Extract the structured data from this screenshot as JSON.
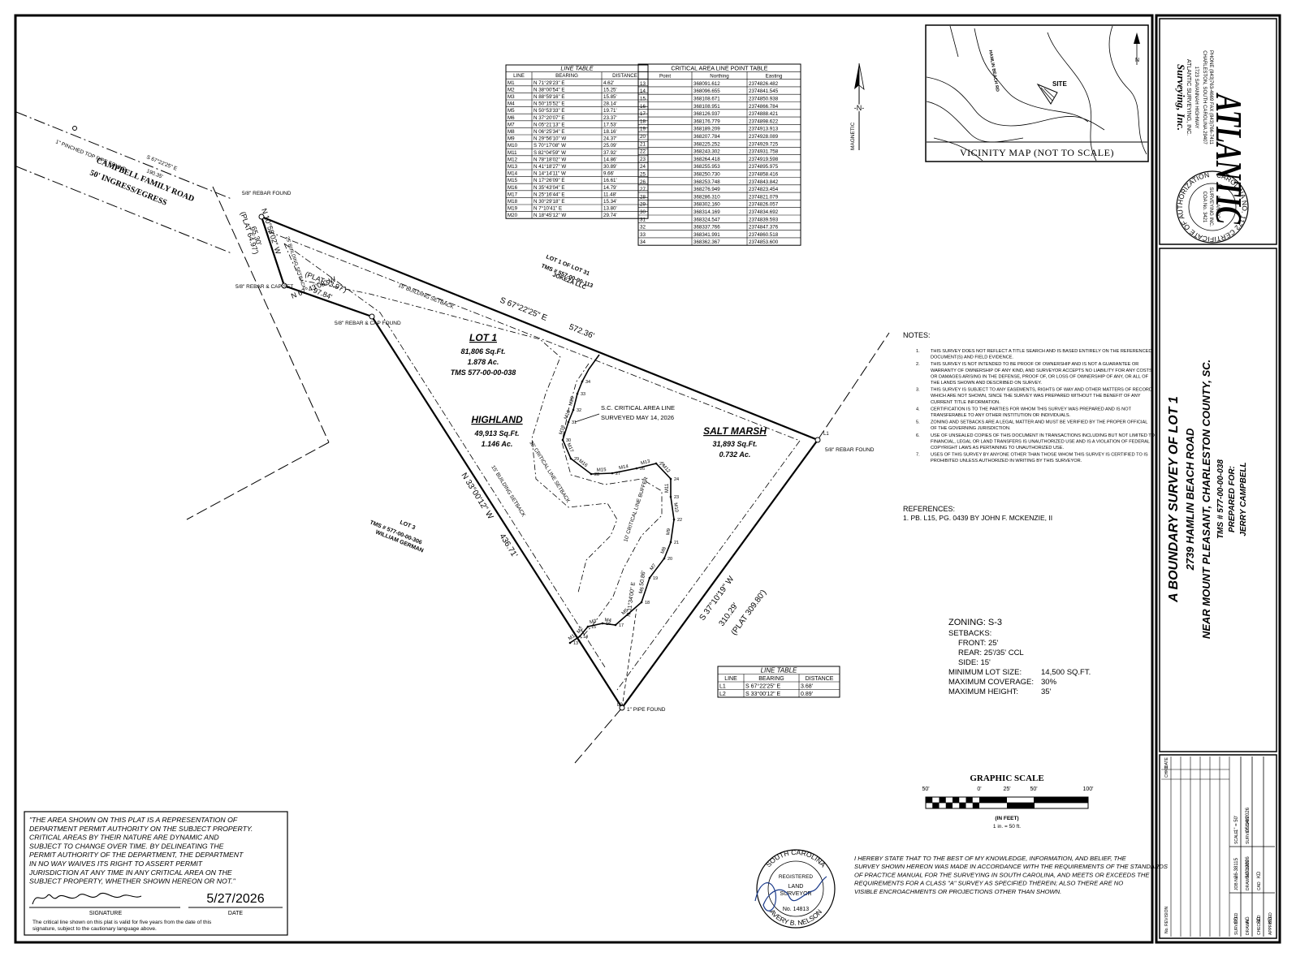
{
  "line_table_main": {
    "title": "LINE TABLE",
    "headers": [
      "LINE",
      "BEARING",
      "DISTANCE"
    ],
    "rows": [
      [
        "M1",
        "N 71°29'23\" E",
        "4.62'"
      ],
      [
        "M2",
        "N 38°00'54\" E",
        "15.25'"
      ],
      [
        "M3",
        "N 88°59'16\" E",
        "15.85'"
      ],
      [
        "M4",
        "N 50°15'52\" E",
        "28.14'"
      ],
      [
        "M5",
        "N 50°53'33\" E",
        "19.71'"
      ],
      [
        "M6",
        "N 37°20'07\" E",
        "23.37'"
      ],
      [
        "M7",
        "N 05°21'13\" E",
        "17.53'"
      ],
      [
        "M8",
        "N 06°25'34\" E",
        "18.16'"
      ],
      [
        "M9",
        "N 29°56'10\" W",
        "24.37'"
      ],
      [
        "M10",
        "S 70°17'08\" W",
        "25.09'"
      ],
      [
        "M11",
        "S 82°04'59\" W",
        "37.92'"
      ],
      [
        "M12",
        "N 78°18'02\" W",
        "14.86'"
      ],
      [
        "M13",
        "N 41°18'27\" W",
        "30.89'"
      ],
      [
        "M14",
        "N 14°14'11\" W",
        "9.66'"
      ],
      [
        "M15",
        "N 17°26'09\" E",
        "16.61'"
      ],
      [
        "M16",
        "N 35°43'04\" E",
        "14.79'"
      ],
      [
        "M17",
        "N 25°16'44\" E",
        "11.48'"
      ],
      [
        "M18",
        "N 30°29'18\" E",
        "15.34'"
      ],
      [
        "M19",
        "N 7°10'41\" E",
        "13.80'"
      ],
      [
        "M20",
        "N 18°45'12\" W",
        "29.74'"
      ]
    ]
  },
  "critical_table": {
    "title": "CRITICAL AREA LINE POINT TABLE",
    "headers": [
      "Point",
      "Northing",
      "Easting"
    ],
    "rows": [
      [
        "13",
        "368091.612",
        "2374826.482"
      ],
      [
        "14",
        "368096.655",
        "2374841.545"
      ],
      [
        "15",
        "368108.671",
        "2374850.938"
      ],
      [
        "16",
        "368108.951",
        "2374866.784"
      ],
      [
        "17",
        "368126.937",
        "2374888.421"
      ],
      [
        "18",
        "368176.779",
        "2374898.622"
      ],
      [
        "19",
        "368189.209",
        "2374913.913"
      ],
      [
        "20",
        "368207.784",
        "2374928.089"
      ],
      [
        "21",
        "368225.252",
        "2374929.725"
      ],
      [
        "22",
        "368243.302",
        "2374931.758"
      ],
      [
        "23",
        "368264.418",
        "2374919.598"
      ],
      [
        "24",
        "368255.953",
        "2374895.975"
      ],
      [
        "25",
        "368250.730",
        "2374858.416"
      ],
      [
        "26",
        "368253.748",
        "2374843.842"
      ],
      [
        "27",
        "368276.949",
        "2374823.454"
      ],
      [
        "28",
        "368286.310",
        "2374821.079"
      ],
      [
        "29",
        "368302.160",
        "2374826.057"
      ],
      [
        "30",
        "368314.169",
        "2374834.692"
      ],
      [
        "31",
        "368324.547",
        "2374839.593"
      ],
      [
        "32",
        "368337.766",
        "2374847.376"
      ],
      [
        "33",
        "368341.991",
        "2374860.518"
      ],
      [
        "34",
        "368362.367",
        "2374853.600"
      ]
    ]
  },
  "line_table_small": {
    "title": "LINE TABLE",
    "headers": [
      "LINE",
      "BEARING",
      "DISTANCE"
    ],
    "rows": [
      [
        "L1",
        "S 67°22'25\" E",
        "3.68'"
      ],
      [
        "L2",
        "S 33°00'12\" E",
        "0.89'"
      ]
    ]
  },
  "vicinity_map": {
    "caption": "VICINITY MAP (NOT TO SCALE)",
    "road": "HAMLIN BEACH RD",
    "site": "SITE",
    "north": "N"
  },
  "north_arrow": {
    "label": "-N-",
    "side": "MAGNETIC"
  },
  "company": {
    "name": "ATLANTIC",
    "line2": "Surveying, Inc.",
    "line3": "ATLANTIC SURVEYING, INC.",
    "address": "1723 SAVANNAH HIGHWAY",
    "city": "CHARLESTON, SOUTH CAROLINA 29407",
    "phone": "PHONE (843)763-4669 FAX (843)766-7411",
    "seal_outer": "CAROLINA NO. 1172 CERTIFICATE OF AUTHORIZATION",
    "seal_inner1": "ATLANTIC",
    "seal_inner2": "SURVEYING INC.",
    "seal_inner3": "COA No. 3421"
  },
  "title_block": {
    "title": "A BOUNDARY SURVEY OF LOT 1",
    "address": "2739 HAMLIN BEACH ROAD",
    "location": "NEAR MOUNT PLEASANT, CHARLESTON COUNTY, SC.",
    "tms": "TMS # 577-00-00-038",
    "prepared": "PREPARED FOR:",
    "client": "JERRY CAMPBELL"
  },
  "revision_block": {
    "header": "No. REVISION",
    "date_col": "DATE",
    "chkd_col": "CHKD",
    "surveyed_label": "SURVEYED",
    "surveyed": "SD",
    "drawn_label": "DRAWN",
    "drawn": "AG",
    "checked_label": "CHECKED",
    "checked": "SD",
    "approved_label": "APPROVED",
    "approved": "KD",
    "job_label": "JOB No.",
    "job": "26-38115",
    "drawing_date_label": "DRAWING DATE",
    "drawing_date": "5/20/2026",
    "cad_label": "CAD",
    "cad": "KD",
    "scale_label": "SCALE",
    "scale": "1\" = 50'",
    "survey_date_label": "SURVEY DATE",
    "survey_date": "05/14/2026"
  },
  "notes": {
    "heading": "NOTES:",
    "items": [
      "THIS SURVEY DOES NOT REFLECT A TITLE SEARCH AND IS BASED ENTIRELY ON THE REFERENCED DOCUMENT(S) AND FIELD EVIDENCE.",
      "THIS SURVEY IS NOT INTENDED TO BE PROOF OF OWNERSHIP AND IS NOT A GUARANTEE OR WARRANTY OF OWNERSHIP OF ANY KIND, AND SURVEYOR ACCEPTS NO LIABILITY FOR ANY COSTS OR DAMAGES ARISING IN THE DEFENSE, PROOF OF, OR LOSS OF OWNERSHIP OF ANY, OR ALL OF THE LANDS SHOWN AND DESCRIBED ON SURVEY.",
      "THIS SURVEY IS SUBJECT TO ANY EASEMENTS, RIGHTS OF WAY AND OTHER MATTERS OF RECORD, WHICH ARE NOT SHOWN, SINCE THE SURVEY WAS PREPARED WITHOUT THE BENEFIT OF ANY CURRENT TITLE INFORMATION.",
      "CERTIFICATION IS TO THE PARTIES FOR WHOM THIS SURVEY WAS PREPARED AND IS NOT TRANSFERABLE TO ANY OTHER INSTITUTION OR INDIVIDUALS.",
      "ZONING AND SETBACKS ARE A LEGAL MATTER AND MUST BE VERIFIED BY THE PROPER OFFICIAL OF THE GOVERNING JURISDICTION.",
      "USE OF UNSEALED COPIES OF THIS DOCUMENT IN TRANSACTIONS INCLUDING BUT NOT LIMITED TO FINANCIAL, LEGAL OR LAND TRANSFERS IS UNAUTHORIZED USE AND IS A VIOLATION OF FEDERAL COPYRIGHT LAWS AS PERTAINING TO UNAUTHORIZED USE.",
      "USES OF THIS SURVEY BY ANYONE OTHER THAN THOSE WHOM THIS SURVEY IS CERTIFIED TO IS PROHIBITED UNLESS AUTHORIZED IN WRITING BY THIS SURVEYOR."
    ]
  },
  "references": {
    "heading": "REFERENCES:",
    "item": "1.   PB. L15, PG. 0439 BY JOHN F. MCKENZIE, II"
  },
  "zoning": {
    "zoning": "ZONING: S-3",
    "setbacks": "SETBACKS:",
    "front": "FRONT: 25'",
    "rear": "REAR:  25'/35' CCL",
    "side": "SIDE:  15'",
    "min_lot_label": "MINIMUM LOT SIZE:",
    "min_lot": "14,500 SQ.FT.",
    "max_cov_label": "MAXIMUM COVERAGE:",
    "max_cov": "30%",
    "max_ht_label": "MAXIMUM HEIGHT:",
    "max_ht": "35'"
  },
  "graphic_scale": {
    "title": "GRAPHIC SCALE",
    "labels": [
      "50'",
      "0'",
      "25'",
      "50'",
      "100'"
    ],
    "unit": "(IN FEET)",
    "ratio": "1 in. = 50 ft."
  },
  "critical_statement": {
    "text": "\"THE AREA SHOWN ON THIS PLAT IS A REPRESENTATION OF DEPARTMENT PERMIT AUTHORITY ON THE SUBJECT PROPERTY. CRITICAL AREAS BY THEIR NATURE ARE DYNAMIC AND SUBJECT TO CHANGE OVER TIME. BY DELINEATING THE PERMIT AUTHORITY OF THE DEPARTMENT, THE DEPARTMENT IN NO WAY WAIVES ITS RIGHT TO ASSERT PERMIT JURISDICTION AT ANY TIME IN ANY CRITICAL AREA ON THE SUBJECT PROPERTY, WHETHER SHOWN HEREON OR NOT.\"",
    "date": "5/27/2026",
    "signature_label": "SIGNATURE",
    "date_label": "DATE",
    "footer": "The critical line shown on this plat is valid for five years from the date of this signature, subject to the cautionary language above."
  },
  "surveyor_seal": {
    "state": "SOUTH CAROLINA",
    "registered": "REGISTERED",
    "land": "LAND",
    "surveyor": "SURVEYOR",
    "number": "No. 14813",
    "name": "AVERY B. NELSON"
  },
  "certification": "I HEREBY STATE THAT TO THE BEST OF MY KNOWLEDGE, INFORMATION, AND BELIEF, THE SURVEY SHOWN HEREON WAS MADE IN ACCORDANCE WITH THE REQUIREMENTS OF THE STANDARDS OF PRACTICE MANUAL FOR THE SURVEYING IN SOUTH CAROLINA, AND MEETS OR EXCEEDS THE REQUIREMENTS FOR A CLASS \"A\" SURVEY AS SPECIFIED THEREIN; ALSO THERE ARE NO VISIBLE ENCROACHMENTS OR PROJECTIONS OTHER THAN SHOWN.",
  "plat": {
    "pinched_pipe": "1\" PINCHED TOP PIPE FOUND",
    "road_bearing": "S 67°22'25\" E",
    "road_dist": "190.35'",
    "road_name": "CAMPBELL FAMILY ROAD",
    "road_desc": "50' INGRESS/EGRESS",
    "rebar_found_nw": "5/8\" REBAR FOUND",
    "west_bearing": "N 10°58'02\" W",
    "west_dist": "65.30'",
    "west_plat": "(PLAT 64.97')",
    "setback_25": "25' BUILDING SETBACK",
    "rebar_cap_set": "5/8\" REBAR & CAP SET",
    "plat_9397": "(PLAT 93.97')",
    "dist_9784": "97.84'",
    "bearing_674308": "N 67°43'08\" W",
    "rebar_cap_found": "5/8\" REBAR & CAP FOUND",
    "setback_15_top": "15' BUILDING SETBACK",
    "top_bearing": "S 67°22'25\" E",
    "top_dist": "572.36'",
    "lot1_of_lot31": "LOT 1 OF LOT 31",
    "tms_113": "TMS # 557-00-00-113",
    "jokeza": "JOKEZA LLC",
    "lot1": "LOT 1",
    "lot1_sqft": "81,806 Sq.Ft.",
    "lot1_ac": "1.878 Ac.",
    "lot1_tms": "TMS 577-00-00-038",
    "highland": "HIGHLAND",
    "highland_sqft": "49,913 Sq.Ft.",
    "highland_ac": "1.146 Ac.",
    "salt_marsh": "SALT MARSH",
    "salt_sqft": "31,893 Sq.Ft.",
    "salt_ac": "0.732 Ac.",
    "critical_label1": "S.C. CRITICAL AREA LINE",
    "critical_label2": "SURVEYED MAY 14, 2026",
    "ccl_setback": "35' CRITICAL LINE SETBACK",
    "ccl_buffer": "10' CRITICAL LINE BUFFER",
    "setback_15_side": "15' BUILDING SETBACK",
    "sw_bearing": "N 33°00'12\" W",
    "sw_dist": "436.71'",
    "lot3": "LOT 3",
    "tms_306": "TMS # 577-00-00-306",
    "william": "WILLIAM GERMAN",
    "pipe_found": "1\" PIPE FOUND",
    "se_bearing": "S 37°10'19\" W",
    "se_dist": "310.29'",
    "se_plat": "(PLAT 309.80')",
    "rebar_found_e": "5/8\" REBAR FOUND",
    "tie_dist": "50.86'",
    "tie_bearing": "N 11°34'00\" E",
    "l1": "L1",
    "l2": "L2",
    "marks": [
      "M1",
      "M2",
      "M3",
      "M4",
      "M5",
      "M6",
      "M7",
      "M8",
      "M9",
      "M10",
      "M11",
      "M12",
      "M13",
      "M14",
      "M15",
      "M16",
      "M17",
      "M18",
      "M19",
      "M20"
    ],
    "points": [
      "13",
      "14",
      "15",
      "16",
      "17",
      "18",
      "19",
      "20",
      "21",
      "22",
      "23",
      "24",
      "25",
      "26",
      "27",
      "28",
      "29",
      "30",
      "31",
      "32",
      "33",
      "34"
    ]
  }
}
